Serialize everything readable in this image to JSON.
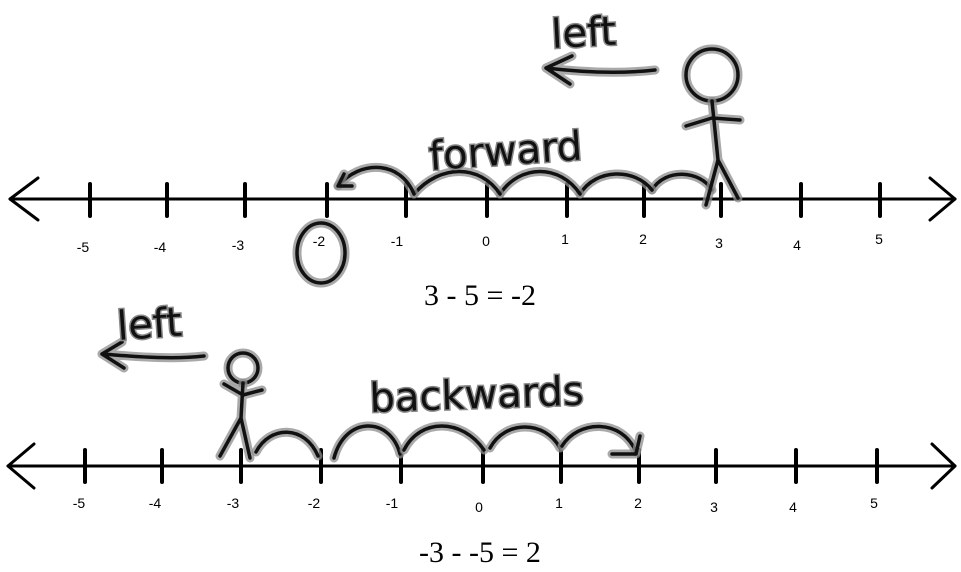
{
  "top_diagram": {
    "annotation_left": "left",
    "annotation_motion": "forward",
    "tick_labels": [
      "-5",
      "-4",
      "-3",
      "-2",
      "-1",
      "0",
      "1",
      "2",
      "3",
      "4",
      "5"
    ],
    "equation": "3 - 5 = -2"
  },
  "bottom_diagram": {
    "annotation_left": "left",
    "annotation_motion": "backwards",
    "tick_labels": [
      "-5",
      "-4",
      "-3",
      "-2",
      "-1",
      "0",
      "1",
      "2",
      "3",
      "4",
      "5"
    ],
    "equation": "-3 - -5 = 2"
  }
}
